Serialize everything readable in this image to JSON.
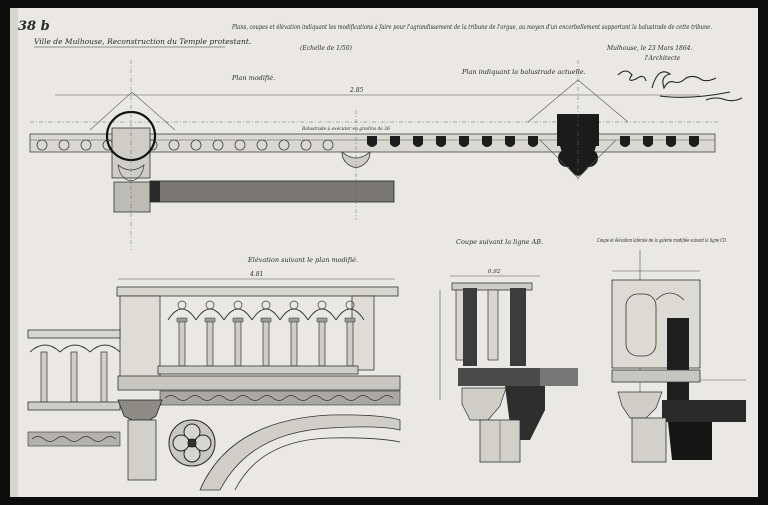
{
  "sheet": {
    "number": "38 b",
    "title_left": "Ville de Mulhouse, Reconstruction du Temple protestant.",
    "title_main": "Plans, coupes et élévation indiquant les modifications à faire pour l'agrandissement de la tribune de l'orgue, au moyen d'un encorbellement supportant la balustrade de cette tribune.",
    "scale_note": "(Echelle de 1/50)",
    "place_date": "Mulhouse, le 23 Mars 1864.",
    "approval": "l'Architecte",
    "signature": "Gustave Heilmann"
  },
  "views": {
    "plan_modified": "Plan modifié.",
    "plan_existing": "Plan indiquant la balustrade actuelle.",
    "elevation": "Elévation suivant le plan modifié.",
    "section_ab": "Coupe suivant la ligne AB.",
    "section_cd": "Coupe et élévation latérale de la galerie modifiée suivant la ligne CD.",
    "plan_annotation": "Balustrade à exécuter en gradins de 36"
  },
  "dimensions": {
    "plan_top": "2.85",
    "elevation_top": "4.81",
    "section_top": "0.92"
  },
  "colors": {
    "paper": "#e9e8e4",
    "ink": "#2b2b2b",
    "wash": "#3a3a3a",
    "border": "#0d0d0d"
  }
}
